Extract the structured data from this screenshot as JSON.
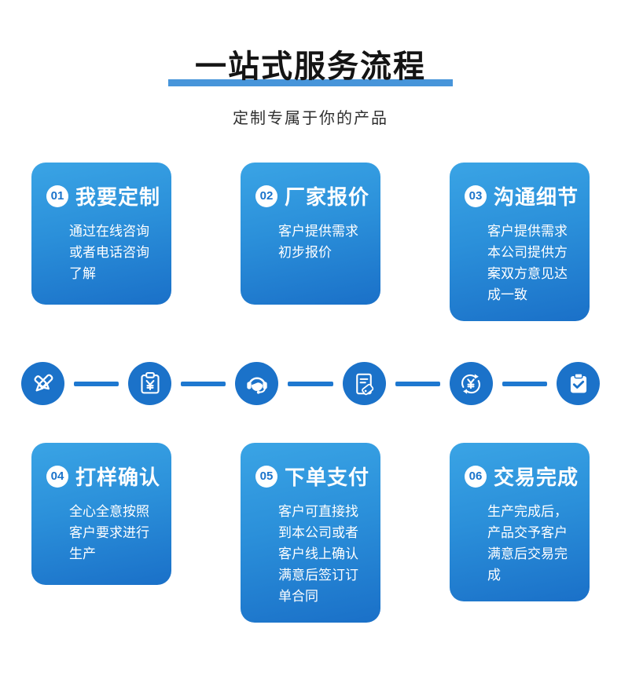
{
  "header": {
    "title": "一站式服务流程",
    "subtitle": "定制专属于你的产品"
  },
  "steps": [
    {
      "number": "01",
      "title": "我要定制",
      "description": "通过在线咨询或者电话咨询了解"
    },
    {
      "number": "02",
      "title": "厂家报价",
      "description": "客户提供需求初步报价"
    },
    {
      "number": "03",
      "title": "沟通细节",
      "description": "客户提供需求本公司提供方案双方意见达成一致"
    },
    {
      "number": "04",
      "title": "打样确认",
      "description": "全心全意按照客户要求进行生产"
    },
    {
      "number": "05",
      "title": "下单支付",
      "description": "客户可直接找到本公司或者客户线上确认满意后签订订单合同"
    },
    {
      "number": "06",
      "title": "交易完成",
      "description": "生产完成后，产品交予客户满意后交易完成"
    }
  ],
  "flow_icons": [
    {
      "name": "crossed-pens-icon",
      "meaning": "定制"
    },
    {
      "name": "price-clipboard-yuan-icon",
      "meaning": "报价"
    },
    {
      "name": "customer-service-headset-icon",
      "meaning": "沟通"
    },
    {
      "name": "document-tag-icon",
      "meaning": "打样"
    },
    {
      "name": "yuan-cycle-payment-icon",
      "meaning": "支付"
    },
    {
      "name": "clipboard-check-icon",
      "meaning": "完成"
    }
  ],
  "colors": {
    "title_underline": "#4795da",
    "card_gradient_top": "#3aa4e5",
    "card_gradient_bottom": "#1a70c8",
    "icon_circle": "#1b72c9",
    "connector": "#1e78d0",
    "card_text": "#ffffff",
    "badge_text": "#1a73cb",
    "title_text": "#141414",
    "subtitle_text": "#2f2f2f"
  }
}
